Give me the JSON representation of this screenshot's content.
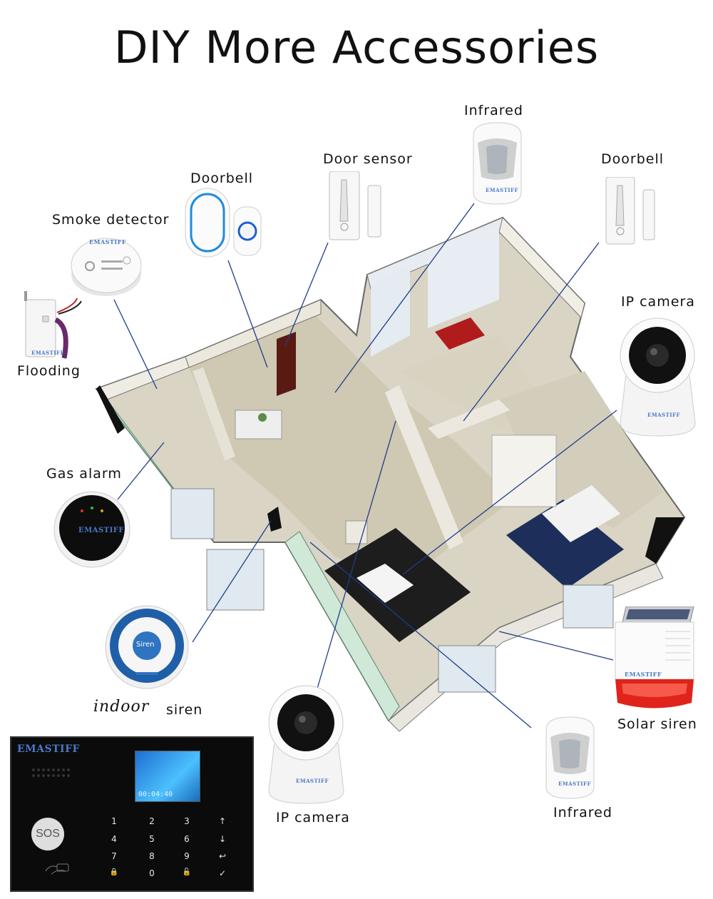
{
  "title": "DIY More Accessories",
  "brand": "EMASTIFF",
  "labels": {
    "smoke": "Smoke detector",
    "flooding": "Flooding",
    "doorbell_left": "Doorbell",
    "door_sensor": "Door sensor",
    "infrared_top": "Infrared",
    "doorbell_right": "Doorbell",
    "ip_camera_right": "IP camera",
    "gas_alarm": "Gas alarm",
    "indoor": "indoor",
    "siren": "siren",
    "siren_button": "Siren",
    "ip_camera_bottom": "IP camera",
    "infrared_bottom": "Infrared",
    "solar_siren": "Solar siren"
  },
  "panel": {
    "sos": "SOS",
    "screen_time": "00:04:40",
    "keys": [
      "1",
      "2",
      "3",
      "↑",
      "4",
      "5",
      "6",
      "↓",
      "7",
      "8",
      "9",
      "↩",
      "🔒",
      "0",
      "🔓",
      "✓"
    ]
  },
  "colors": {
    "line": "#1f3d8a",
    "floor": "#cfc9b5",
    "wall": "#f0ede6",
    "brand": "#4a78c8",
    "siren_blue": "#1f5fa8",
    "solar_red": "#e0231b"
  }
}
